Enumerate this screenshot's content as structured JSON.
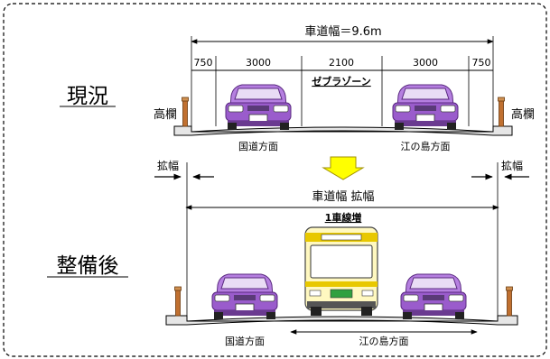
{
  "top": {
    "width_label": "車道幅＝9.6m",
    "dims": [
      "750",
      "3000",
      "2100",
      "3000",
      "750"
    ],
    "zebra_label": "ゼブラゾーン",
    "section_title": "現況",
    "curb_left": "高欄",
    "curb_right": "高欄",
    "dir_left": "国道方面",
    "dir_right": "江の島方面"
  },
  "mid": {
    "widen_left": "拡幅",
    "widen_right": "拡幅",
    "width_label": "車道幅 拡幅"
  },
  "bottom": {
    "section_title": "整備後",
    "added_lane": "1車線増",
    "dir_left": "国道方面",
    "dir_right": "江の島方面"
  },
  "colors": {
    "car": "#b57fe0",
    "car_dark": "#7a44a8",
    "arrow_fill": "#ffff00",
    "bus_body": "#fff8c0",
    "bus_stripe": "#e8c800",
    "barrier_post": "#c07030"
  }
}
